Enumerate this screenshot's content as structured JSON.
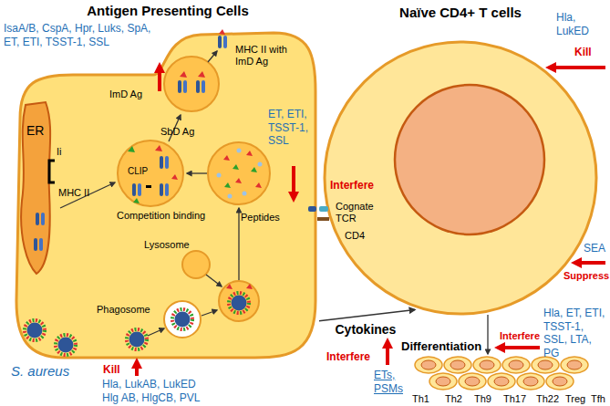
{
  "diagram": {
    "nodes": [
      {
        "text": [
          "Antigen Presenting Cells"
        ]
      },
      {
        "text": [
          "Naïve CD4+ T cells"
        ]
      }
    ],
    "edges": [
      {
        "from": 0,
        "to": 1,
        "arrow": "to",
        "label": "Cytokines"
      }
    ],
    "labels": [
      "IsaA/B, CspA, Hpr, Luks, SpA, ET, ETI, TSST-1, SSL",
      "ImD Ag",
      "MHC II with ImD Ag",
      "ER",
      "Ii",
      "MHC II",
      "SbD Ag",
      "CLIP",
      "Competition binding",
      "Peptides",
      "Lysosome",
      "Phagosome",
      "S. aureus",
      "Kill",
      "Hla, LukAB, LukED Hlg AB, HlgCB, PVL",
      "ET, ETI, TSST-1, SSL",
      "Interfere",
      "CD4",
      "Cognate TCR",
      "Kill",
      "Hla, LukED",
      "SEA",
      "Suppress",
      "Interfere",
      "ETs, PSMs",
      "Interfere",
      "Hla, ET, ETI, TSST-1, SSL, LTA, PG",
      "Differentiation",
      "Th1",
      "Th2",
      "Th9",
      "Th17",
      "Th22",
      "Treg",
      "Tfh"
    ]
  }
}
